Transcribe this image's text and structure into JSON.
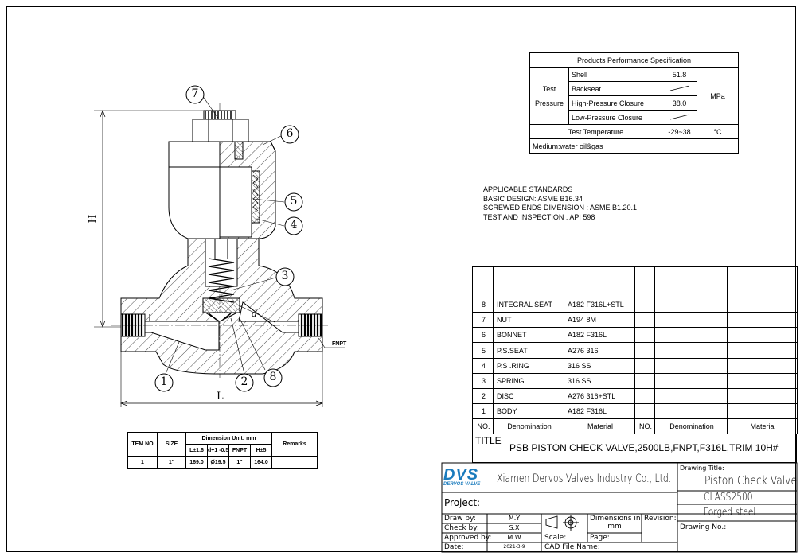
{
  "spec": {
    "title": "Products Performance Specification",
    "test_pressure_label_1": "Test",
    "test_pressure_label_2": "Pressure",
    "rows": [
      {
        "name": "Shell",
        "value": "51.8"
      },
      {
        "name": "Backseat",
        "value": ""
      },
      {
        "name": "High-Pressure Closure",
        "value": "38.0"
      },
      {
        "name": "Low-Pressure Closure",
        "value": ""
      }
    ],
    "pressure_unit": "MPa",
    "temp_label": "Test  Temperature",
    "temp_value": "-29~38",
    "temp_unit": "°C",
    "medium": "Medium:water oil&gas"
  },
  "standards": {
    "lines": [
      "APPLICABLE  STANDARDS",
      "BASIC DESIGN: ASME B16.34",
      "SCREWED ENDS  DIMENSION : ASME B1.20.1",
      "TEST AND INSPECTION : API 598"
    ]
  },
  "bom": {
    "rows": [
      {
        "no": "8",
        "name": "INTEGRAL SEAT",
        "material": "A182 F316L+STL"
      },
      {
        "no": "7",
        "name": "NUT",
        "material": "A194 8M"
      },
      {
        "no": "6",
        "name": "BONNET",
        "material": "A182 F316L"
      },
      {
        "no": "5",
        "name": "P.S.SEAT",
        "material": "A276 316"
      },
      {
        "no": "4",
        "name": "P.S .RING",
        "material": "316 SS"
      },
      {
        "no": "3",
        "name": "SPRING",
        "material": "316 SS"
      },
      {
        "no": "2",
        "name": " DISC",
        "material": "A276 316+STL"
      },
      {
        "no": "1",
        "name": "BODY",
        "material": "A182 F316L"
      }
    ],
    "headers": [
      "NO.",
      "Denomination",
      "Material",
      "NO.",
      "Denomination",
      "Material"
    ]
  },
  "title_block": {
    "title_label": "TITLE",
    "title": "PSB PISTON CHECK VALVE,2500LB,FNPT,F316L,TRIM 10H#",
    "logo": "DVS",
    "logo_sub": "DERVOS VALVE",
    "company": "Xiamen Dervos Valves Industry Co., Ltd.",
    "drawing_title_label": "Drawing Title:",
    "drawing_title": "Piston Check Valve",
    "class": "CLASS2500",
    "material_desc": "Forged steel",
    "drawing_no_label": "Drawing No.:",
    "project_label": "Project:",
    "draw_by_label": "Draw by:",
    "draw_by": "M.Y",
    "check_by_label": "Check by:",
    "check_by": "S.X",
    "approved_by_label": "Approved by:",
    "approved_by": "M.W",
    "date_label": "Date:",
    "date": "2021-3-9",
    "dimensions_label": "Dimensions in:",
    "dimensions_unit": "mm",
    "revision_label": "Revision:",
    "scale_label": "Scale:",
    "page_label": "Page:",
    "cad_label": "CAD File Name:"
  },
  "dim_table": {
    "item_header": "ITEM NO.",
    "size_header": "SIZE",
    "dim_header": "Dimension Unit: mm",
    "remarks_header": "Remarks",
    "sub_headers": [
      "L±1.6",
      "d+1 -0.5",
      "FNPT",
      "H±5"
    ],
    "rows": [
      {
        "item": "1",
        "size": "1\"",
        "l": "169.0",
        "d": "Ø19.5",
        "fnpt": "1\"",
        "h": "164.0",
        "remarks": ""
      }
    ]
  },
  "drawing": {
    "dim_H": "H",
    "dim_L": "L",
    "dim_d": "d",
    "fnpt": "FNPT",
    "balloons": [
      "1",
      "2",
      "3",
      "4",
      "5",
      "6",
      "7",
      "8"
    ]
  }
}
